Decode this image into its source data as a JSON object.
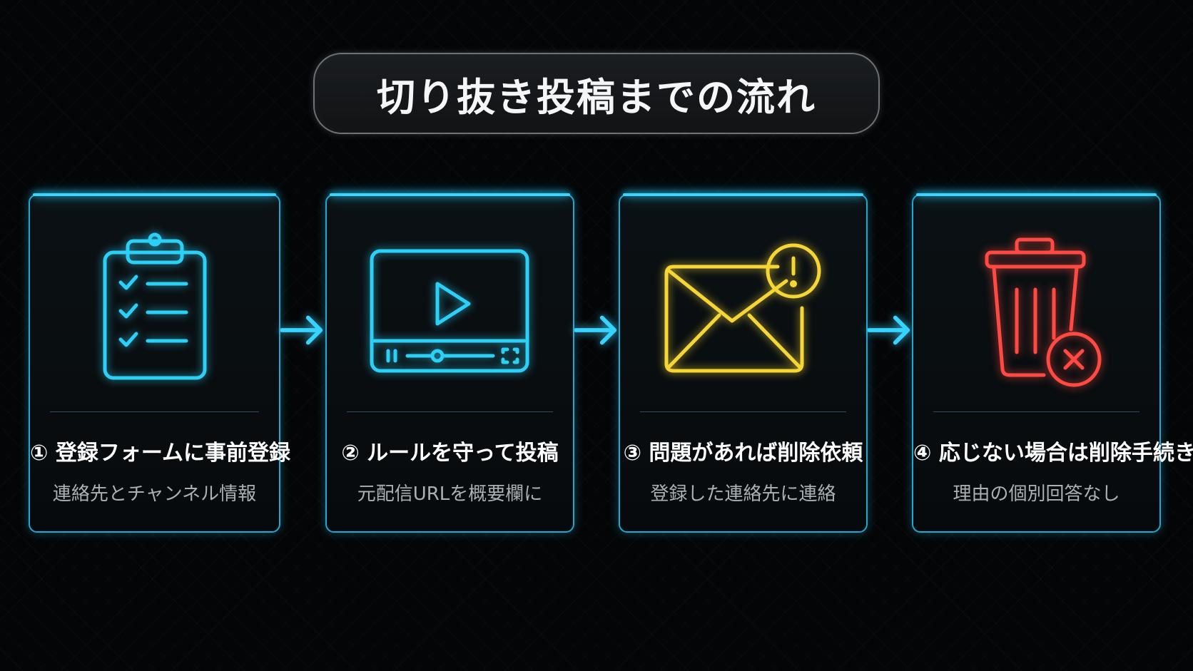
{
  "title": "切り抜き投稿までの流れ",
  "colors": {
    "card_border": "#1ea9cf",
    "card_glow": "#39d4ff",
    "icon_cyan": "#2ccff5",
    "icon_yellow": "#f5d635",
    "icon_red": "#ff4a43",
    "arrow": "#38d4ff"
  },
  "steps": [
    {
      "icon": "clipboard-checklist-icon",
      "title": "① 登録フォームに事前登録",
      "subtitle": "連絡先とチャンネル情報"
    },
    {
      "icon": "video-player-icon",
      "title": "② ルールを守って投稿",
      "subtitle": "元配信URLを概要欄に"
    },
    {
      "icon": "envelope-alert-icon",
      "title": "③ 問題があれば削除依頼",
      "subtitle": "登録した連絡先に連絡"
    },
    {
      "icon": "trash-delete-icon",
      "title": "④ 応じない場合は削除手続き",
      "subtitle": "理由の個別回答なし"
    }
  ],
  "arrows": [
    "arrow-right-icon",
    "arrow-right-icon",
    "arrow-right-icon"
  ]
}
